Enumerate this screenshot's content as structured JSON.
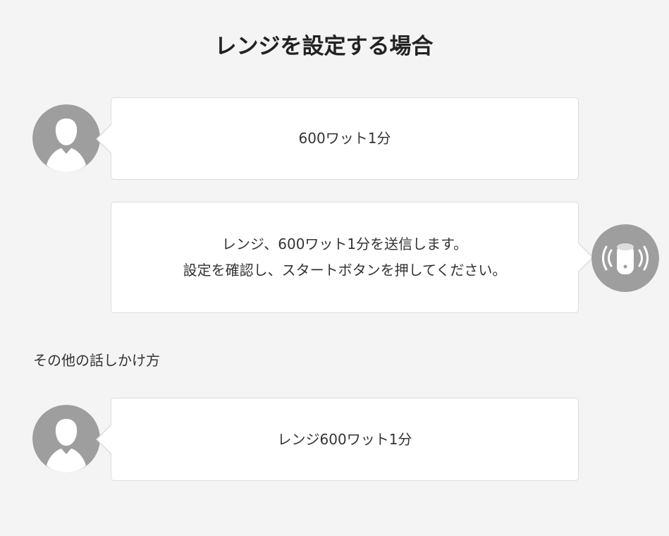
{
  "title": "レンジを設定する場合",
  "exchange": {
    "user_utterance": "600ワット1分",
    "device_response_lines": [
      "レンジ、600ワット1分を送信します。",
      "設定を確認し、スタートボタンを押してください。"
    ]
  },
  "alternatives": {
    "label": "その他の話しかけ方",
    "user_utterance": "レンジ600ワット1分"
  },
  "icons": {
    "user_avatar": "person-silhouette-icon",
    "device": "smart-speaker-icon"
  },
  "colors": {
    "background": "#f4f4f4",
    "bubble_background": "#ffffff",
    "bubble_border": "#dcdcdc",
    "avatar_gray": "#9e9e9e",
    "text": "#333333"
  }
}
